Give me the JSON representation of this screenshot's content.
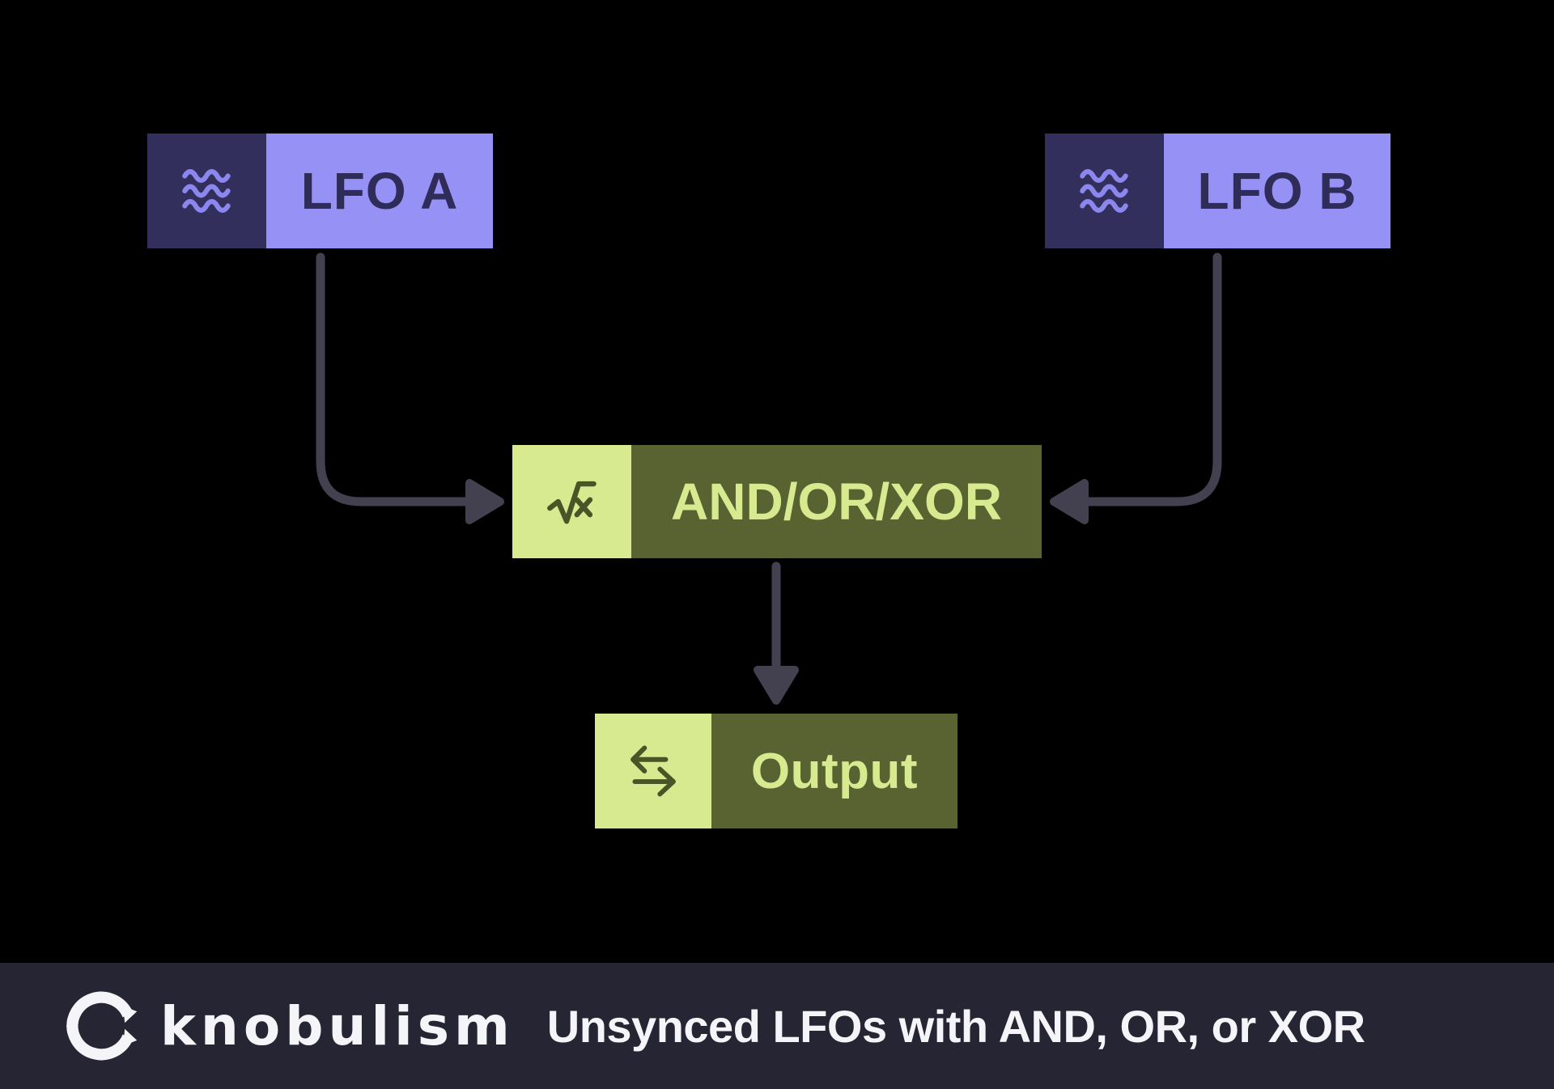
{
  "colors": {
    "background": "#000000",
    "lfo_label_bg": "#9691f4",
    "lfo_icon_bg": "#322f5d",
    "lfo_icon_stroke": "#8c87ef",
    "lfo_text": "#2f2c59",
    "olive_label_bg": "#596231",
    "olive_icon_bg": "#d7ea90",
    "olive_icon_stroke": "#4a5426",
    "olive_text": "#d7ea90",
    "connector": "#434150",
    "footer_bg": "#262534",
    "footer_text": "#f5f4f8"
  },
  "nodes": {
    "lfo_a": {
      "label": "LFO A",
      "icon": "waves-icon"
    },
    "lfo_b": {
      "label": "LFO B",
      "icon": "waves-icon"
    },
    "logic": {
      "label": "AND/OR/XOR",
      "icon": "sqrt-x-icon"
    },
    "output": {
      "label": "Output",
      "icon": "transfer-arrows-icon"
    }
  },
  "connections": [
    {
      "from": "lfo_a",
      "to": "logic"
    },
    {
      "from": "lfo_b",
      "to": "logic"
    },
    {
      "from": "logic",
      "to": "output"
    }
  ],
  "footer": {
    "brand": "knobulism",
    "logo": "knob-logo",
    "tagline": "Unsynced LFOs with AND, OR, or XOR"
  }
}
